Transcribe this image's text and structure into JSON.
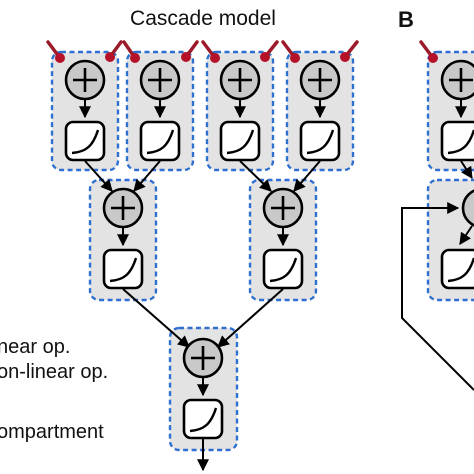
{
  "title": "Cascade model",
  "panel_b_label": "B",
  "legend": {
    "linear": "near op.",
    "nonlinear": "on-linear op.",
    "compartment": "ompartment"
  },
  "colors": {
    "compartment_border": "#2f6fd1",
    "compartment_fill": "#e3e3e3",
    "synapse": "#b5122a",
    "linear_node_fill": "#c9c9c9"
  },
  "icons": {
    "linear": "plus-circle-icon",
    "nonlinear": "sigmoid-box-icon",
    "synapse": "synapse-icon"
  }
}
